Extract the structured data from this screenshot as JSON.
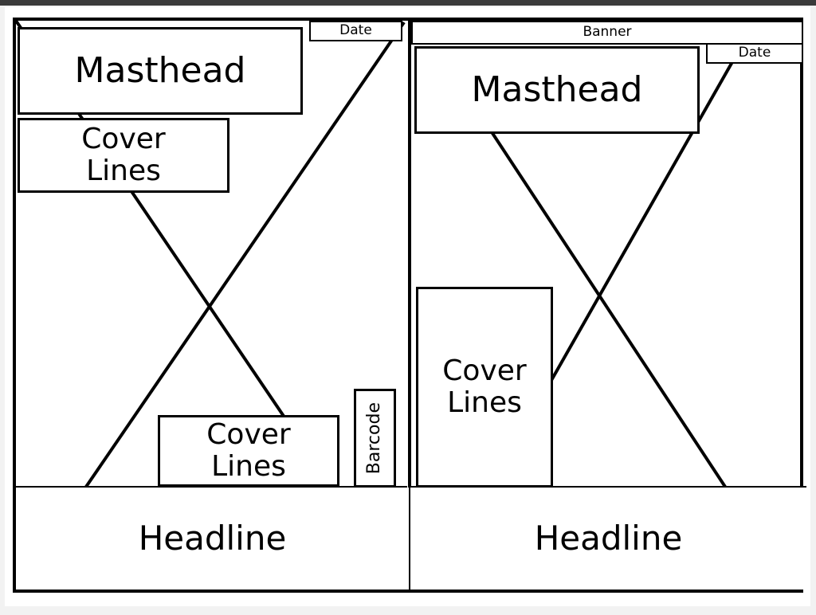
{
  "diagram": {
    "title": "Newspaper front page layout template (two-page spread)",
    "type": "wireframe",
    "colors": {
      "stroke": "#000000",
      "page": "#ffffff",
      "margin": "#f2f2f2",
      "top_strip": "#3a3a3a"
    }
  },
  "left_page": {
    "masthead": {
      "label": "Masthead"
    },
    "date": {
      "label": "Date"
    },
    "cover_lines_top": {
      "line1": "Cover",
      "line2": "Lines"
    },
    "cover_lines_bottom": {
      "line1": "Cover",
      "line2": "Lines"
    },
    "barcode": {
      "label": "Barcode",
      "orientation": "vertical"
    },
    "headline": {
      "label": "Headline"
    }
  },
  "right_page": {
    "banner": {
      "label": "Banner"
    },
    "masthead": {
      "label": "Masthead"
    },
    "date": {
      "label": "Date"
    },
    "cover_lines": {
      "line1": "Cover",
      "line2": "Lines"
    },
    "headline": {
      "label": "Headline"
    }
  }
}
